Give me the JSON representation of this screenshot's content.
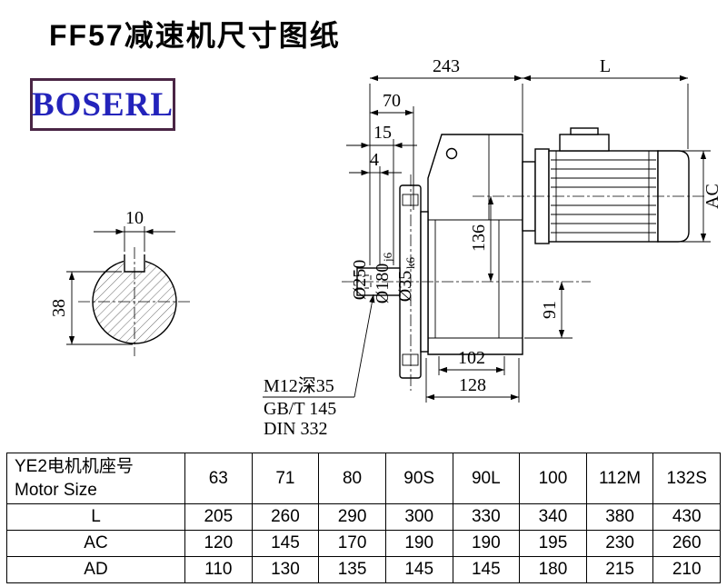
{
  "page": {
    "title": "FF57减速机尺寸图纸",
    "logo_text": "BOSERL",
    "colors": {
      "logo_text": "#2323bb",
      "logo_border": "#4a2545",
      "line": "#000000",
      "bg": "#ffffff"
    }
  },
  "drawing": {
    "overall": {
      "gearbox_length": "243",
      "motor_length": "L",
      "d70": "70",
      "d15": "15",
      "d4": "4",
      "motor_height": "AC"
    },
    "shaft_view": {
      "key_width": "10",
      "key_height": "38"
    },
    "diameters": {
      "flange": "Ø250",
      "spigot": "Ø180",
      "spigot_tol": "j6",
      "shaft": "Ø35",
      "shaft_tol": "k6"
    },
    "vertical": {
      "d136": "136",
      "d91": "91"
    },
    "bottom": {
      "d102": "102",
      "d128": "128"
    },
    "notes": [
      "M12深35",
      "GB/T 145",
      "DIN 332"
    ]
  },
  "table": {
    "header_col": {
      "line1": "YE2电机机座号",
      "line2": "Motor Size"
    },
    "motor_sizes": [
      "63",
      "71",
      "80",
      "90S",
      "90L",
      "100",
      "112M",
      "132S"
    ],
    "rows": [
      {
        "label": "L",
        "values": [
          "205",
          "260",
          "290",
          "300",
          "330",
          "340",
          "380",
          "430"
        ]
      },
      {
        "label": "AC",
        "values": [
          "120",
          "145",
          "170",
          "190",
          "190",
          "195",
          "230",
          "260"
        ]
      },
      {
        "label": "AD",
        "values": [
          "110",
          "130",
          "135",
          "145",
          "145",
          "180",
          "215",
          "210"
        ]
      }
    ]
  }
}
